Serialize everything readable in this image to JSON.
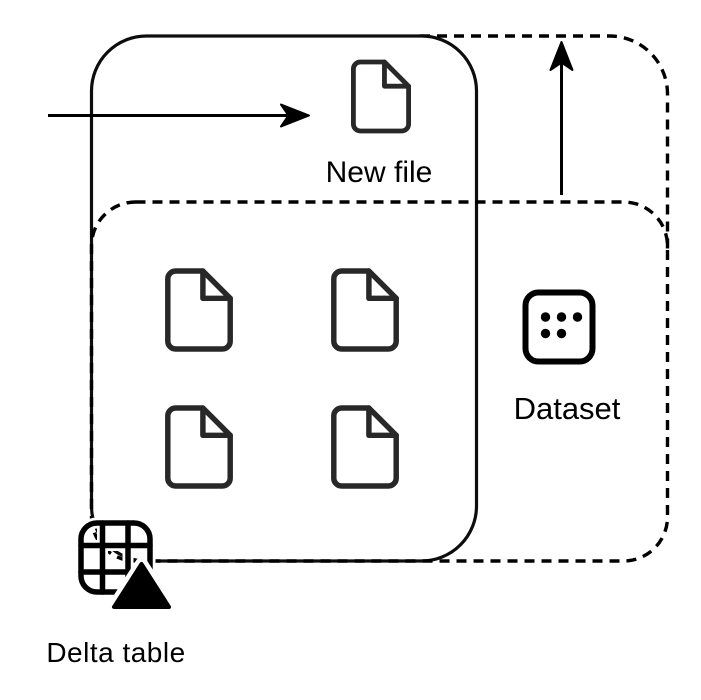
{
  "diagram": {
    "background_color": "#ffffff",
    "line_color": "#000000",
    "file_icon_color": "#282828",
    "existing_file_count": 4,
    "labels": {
      "new_file": "New file",
      "dataset": "Dataset",
      "delta_table": "Delta table"
    },
    "icons": {
      "new_file": "file-icon",
      "dataset": "dataset-dots-icon",
      "delta_table": "delta-table-grid-icon"
    }
  }
}
